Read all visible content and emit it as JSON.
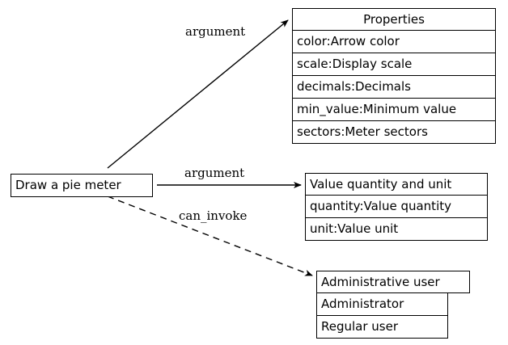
{
  "diagram": {
    "type": "relationship-graph",
    "background_color": "#ffffff",
    "line_color": "#000000",
    "text_color": "#000000",
    "nodes": [
      {
        "id": "source",
        "name": "Draw a pie meter",
        "header": "Draw a pie meter",
        "rows": []
      },
      {
        "id": "properties",
        "name": "Properties",
        "header": "Properties",
        "rows": [
          "color:Arrow color",
          "scale:Display scale",
          "decimals:Decimals",
          "min_value:Minimum value",
          "sectors:Meter sectors"
        ]
      },
      {
        "id": "value_quantity",
        "name": "Value quantity and unit",
        "header": "Value quantity and unit",
        "rows": [
          "quantity:Value quantity",
          "unit:Value unit"
        ]
      },
      {
        "id": "admin_user",
        "name": "Administrative user",
        "header": "Administrative user",
        "rows": [
          "Administrator",
          "Regular user"
        ]
      }
    ],
    "edges": [
      {
        "id": "edge-argument-properties",
        "label": "argument",
        "from": "source",
        "to": "properties",
        "style": "solid",
        "arrowhead": "filled"
      },
      {
        "id": "edge-argument-value",
        "label": "argument",
        "from": "source",
        "to": "value_quantity",
        "style": "solid",
        "arrowhead": "filled"
      },
      {
        "id": "edge-can-invoke",
        "label": "can_invoke",
        "from": "source",
        "to": "admin_user",
        "style": "dashed",
        "arrowhead": "filled"
      }
    ]
  }
}
